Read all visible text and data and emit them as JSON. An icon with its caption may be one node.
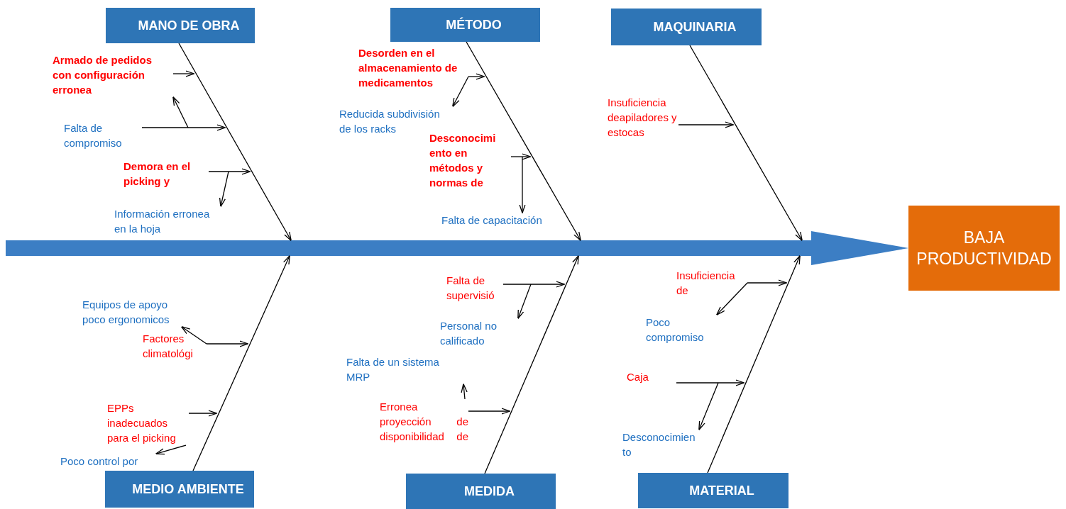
{
  "diagram": {
    "nodes": [
      {
        "text": [
          "MANO DE OBRA"
        ]
      },
      {
        "text": [
          "MÉTODO"
        ]
      },
      {
        "text": [
          "MAQUINARIA"
        ]
      },
      {
        "text": [
          "MEDIO AMBIENTE"
        ]
      },
      {
        "text": [
          "MEDIDA"
        ]
      },
      {
        "text": [
          "MATERIAL"
        ]
      },
      {
        "text": [
          "BAJA PRODUCTIVIDAD"
        ]
      },
      {
        "text": [
          "Armado de pedidos con configuración erronea"
        ]
      },
      {
        "text": [
          "Falta de compromiso"
        ]
      },
      {
        "text": [
          "Demora en el picking y"
        ]
      },
      {
        "text": [
          "Información erronea en la hoja"
        ]
      },
      {
        "text": [
          "Desorden en el almacenamiento de medicamentos"
        ]
      },
      {
        "text": [
          "Reducida subdivisión de los racks"
        ]
      },
      {
        "text": [
          "Desconocimi ento en métodos y normas de"
        ]
      },
      {
        "text": [
          "Falta de capacitación"
        ]
      },
      {
        "text": [
          "Insuficiencia deapiladores y estocas"
        ]
      },
      {
        "text": [
          "Equipos de apoyo poco ergonomicos"
        ]
      },
      {
        "text": [
          "Factores climatológi"
        ]
      },
      {
        "text": [
          "EPPs inadecuados para el picking"
        ]
      },
      {
        "text": [
          "Poco control por"
        ]
      },
      {
        "text": [
          "Falta de supervisió"
        ]
      },
      {
        "text": [
          "Personal no calificado"
        ]
      },
      {
        "text": [
          "Falta de un sistema MRP"
        ]
      },
      {
        "text": [
          "Erronea proyección de disponibilidad de"
        ]
      },
      {
        "text": [
          "Insuficiencia de"
        ]
      },
      {
        "text": [
          "Poco compromiso"
        ]
      },
      {
        "text": [
          "Caja"
        ]
      },
      {
        "text": [
          "Desconocimien to"
        ]
      }
    ],
    "edges": [
      {
        "from": null,
        "to": 6,
        "arrow": "to",
        "style": "thick",
        "color": "#3c7ec4"
      },
      {
        "from": 0,
        "to": null,
        "arrow": "to"
      },
      {
        "from": 1,
        "to": null,
        "arrow": "to"
      },
      {
        "from": 2,
        "to": null,
        "arrow": "to"
      },
      {
        "from": 3,
        "to": null,
        "arrow": "to"
      },
      {
        "from": 4,
        "to": null,
        "arrow": "to"
      },
      {
        "from": 5,
        "to": null,
        "arrow": "to"
      },
      {
        "from": 7,
        "to": null,
        "arrow": "to"
      },
      {
        "from": 8,
        "to": null,
        "arrow": "to"
      },
      {
        "from": 9,
        "to": null,
        "arrow": "to"
      },
      {
        "from": 11,
        "to": null,
        "arrow": "to"
      },
      {
        "from": 13,
        "to": null,
        "arrow": "to"
      },
      {
        "from": 15,
        "to": null,
        "arrow": "to"
      },
      {
        "from": 17,
        "to": null,
        "arrow": "to"
      },
      {
        "from": 18,
        "to": null,
        "arrow": "to"
      },
      {
        "from": 20,
        "to": null,
        "arrow": "to"
      },
      {
        "from": 23,
        "to": null,
        "arrow": "to"
      },
      {
        "from": 24,
        "to": null,
        "arrow": "to"
      },
      {
        "from": 26,
        "to": null,
        "arrow": "to"
      },
      {
        "from": null,
        "to": 7,
        "arrow": "to"
      },
      {
        "from": null,
        "to": 10,
        "arrow": "to"
      },
      {
        "from": 11,
        "to": 12,
        "arrow": "to"
      },
      {
        "from": null,
        "to": 14,
        "arrow": "to"
      },
      {
        "from": 17,
        "to": 16,
        "arrow": "to"
      },
      {
        "from": 18,
        "to": 19,
        "arrow": "to"
      },
      {
        "from": null,
        "to": 21,
        "arrow": "to"
      },
      {
        "from": 23,
        "to": 22,
        "arrow": "to"
      },
      {
        "from": 24,
        "to": 25,
        "arrow": "to"
      },
      {
        "from": null,
        "to": 27,
        "arrow": "to"
      }
    ]
  }
}
